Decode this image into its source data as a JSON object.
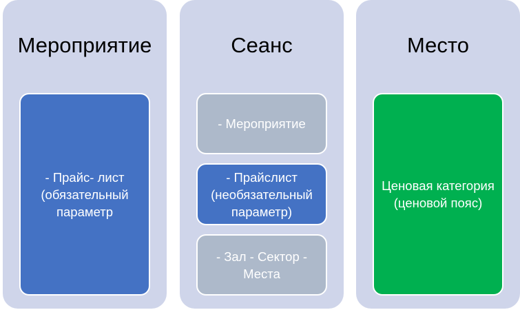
{
  "columns": [
    {
      "title": "Мероприятие",
      "items": [
        {
          "text": "- Прайс- лист (обязательный параметр",
          "color": "#4472c4"
        }
      ]
    },
    {
      "title": "Сеанс",
      "items": [
        {
          "text": "- Мероприятие",
          "color": "#adb9ca"
        },
        {
          "text": "- Прайслист (необязательный параметр)",
          "color": "#4472c4"
        },
        {
          "text": "- Зал - Сектор - Места",
          "color": "#adb9ca"
        }
      ]
    },
    {
      "title": "Место",
      "items": [
        {
          "text": "Ценовая категория (ценовой пояс)",
          "color": "#00b050"
        }
      ]
    }
  ]
}
